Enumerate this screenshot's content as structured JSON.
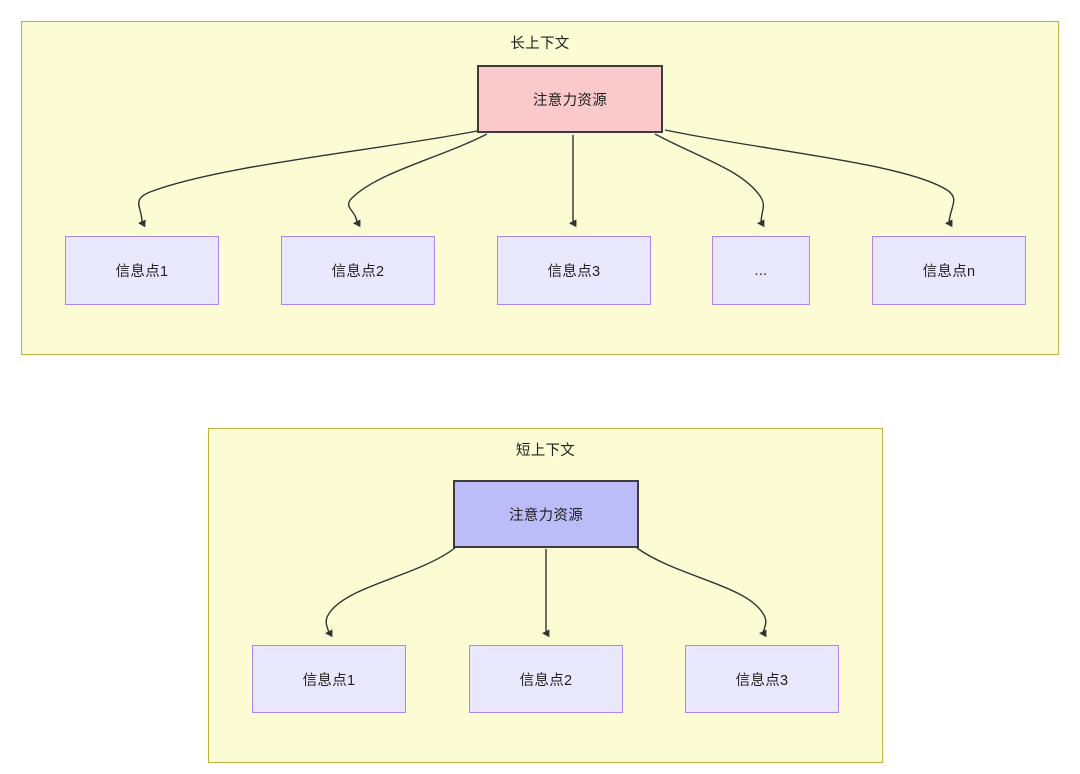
{
  "diagram": {
    "type": "tree-diagram",
    "background_color": "#ffffff",
    "groups": [
      {
        "id": "long-context",
        "title": "长上下文",
        "fill_color": "#fcfcd4",
        "border_color": "#b5b53f",
        "root": {
          "label": "注意力资源",
          "fill_color": "#f9c9cc",
          "border_color": "#3c3c3c"
        },
        "children": [
          {
            "label": "信息点1",
            "fill_color": "#e9e7fb",
            "border_color": "#ad86ec"
          },
          {
            "label": "信息点2",
            "fill_color": "#e9e7fb",
            "border_color": "#ad86ec"
          },
          {
            "label": "信息点3",
            "fill_color": "#e9e7fb",
            "border_color": "#ad86ec"
          },
          {
            "label": "...",
            "fill_color": "#e9e7fb",
            "border_color": "#ad86ec"
          },
          {
            "label": "信息点n",
            "fill_color": "#e9e7fb",
            "border_color": "#ad86ec"
          }
        ]
      },
      {
        "id": "short-context",
        "title": "短上下文",
        "fill_color": "#fcfcd4",
        "border_color": "#b5b53f",
        "root": {
          "label": "注意力资源",
          "fill_color": "#bcbcf9",
          "border_color": "#3c3c3c"
        },
        "children": [
          {
            "label": "信息点1",
            "fill_color": "#e9e7fb",
            "border_color": "#ad86ec"
          },
          {
            "label": "信息点2",
            "fill_color": "#e9e7fb",
            "border_color": "#ad86ec"
          },
          {
            "label": "信息点3",
            "fill_color": "#e9e7fb",
            "border_color": "#ad86ec"
          }
        ]
      }
    ],
    "edge_color": "#333333",
    "arrow_style": "filled-triangle"
  }
}
